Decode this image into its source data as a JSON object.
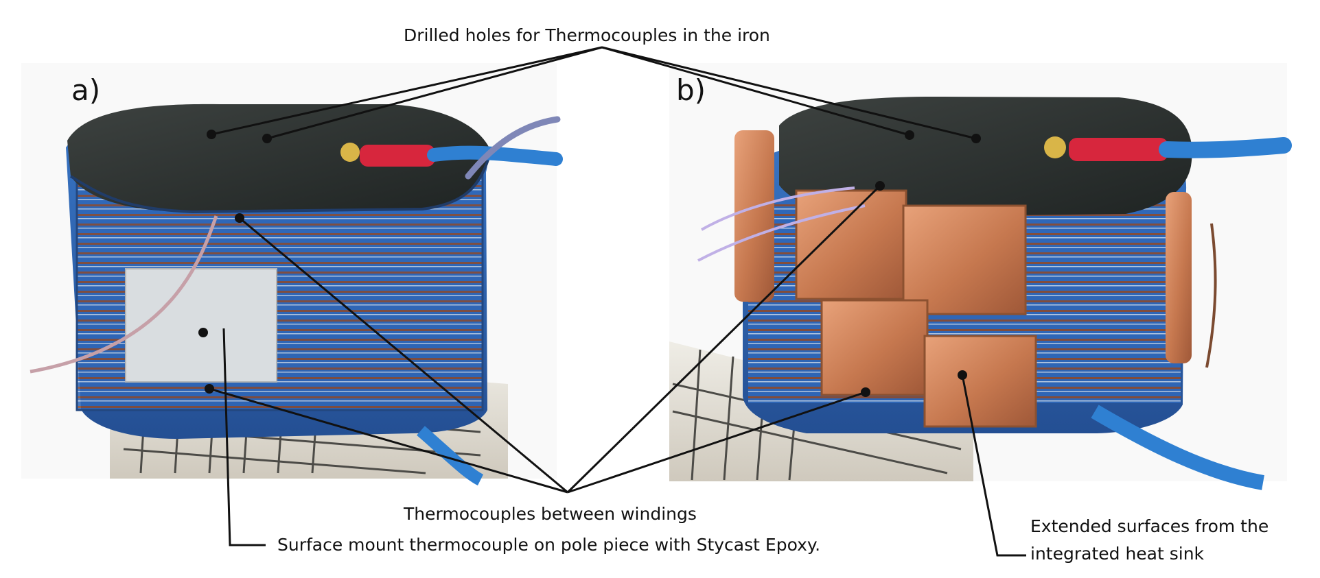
{
  "panel_labels": {
    "a": "a)",
    "b": "b)"
  },
  "captions": {
    "top": "Drilled holes for Thermocouples in the iron",
    "middle": "Thermocouples between windings",
    "left": "Surface mount thermocouple on pole piece with Stycast Epoxy.",
    "right_line1": "Extended surfaces from the",
    "right_line2": "integrated heat sink"
  },
  "colors": {
    "iron": "#2f3433",
    "winding_blue": "#2f67b8",
    "winding_copper": "#8c4b2f",
    "copper": "#c7794f",
    "ruler": "#e5e1d7",
    "annotation": "#111111",
    "cable": "#2f80d2",
    "terminal": "#d7263d"
  }
}
